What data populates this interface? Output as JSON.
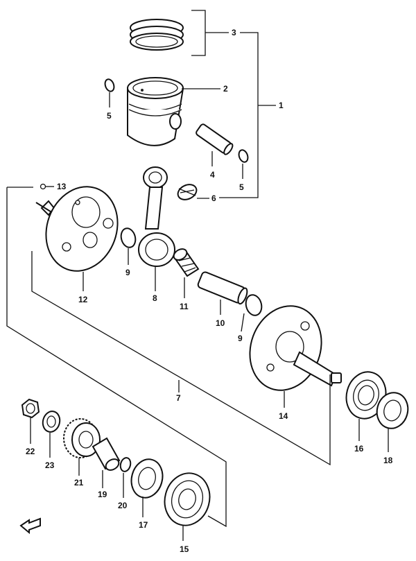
{
  "diagram": {
    "parts": [
      {
        "id": "p1",
        "number": "1"
      },
      {
        "id": "p2",
        "number": "2"
      },
      {
        "id": "p3",
        "number": "3"
      },
      {
        "id": "p4",
        "number": "4"
      },
      {
        "id": "p5a",
        "number": "5"
      },
      {
        "id": "p5b",
        "number": "5"
      },
      {
        "id": "p6",
        "number": "6"
      },
      {
        "id": "p7",
        "number": "7"
      },
      {
        "id": "p8",
        "number": "8"
      },
      {
        "id": "p9a",
        "number": "9"
      },
      {
        "id": "p9b",
        "number": "9"
      },
      {
        "id": "p10",
        "number": "10"
      },
      {
        "id": "p11",
        "number": "11"
      },
      {
        "id": "p12",
        "number": "12"
      },
      {
        "id": "p13",
        "number": "13"
      },
      {
        "id": "p14",
        "number": "14"
      },
      {
        "id": "p15",
        "number": "15"
      },
      {
        "id": "p16",
        "number": "16"
      },
      {
        "id": "p17",
        "number": "17"
      },
      {
        "id": "p18",
        "number": "18"
      },
      {
        "id": "p19",
        "number": "19"
      },
      {
        "id": "p20",
        "number": "20"
      },
      {
        "id": "p21",
        "number": "21"
      },
      {
        "id": "p22",
        "number": "22"
      },
      {
        "id": "p23",
        "number": "23"
      }
    ],
    "icons": {
      "forward": "forward-arrow-icon"
    }
  }
}
